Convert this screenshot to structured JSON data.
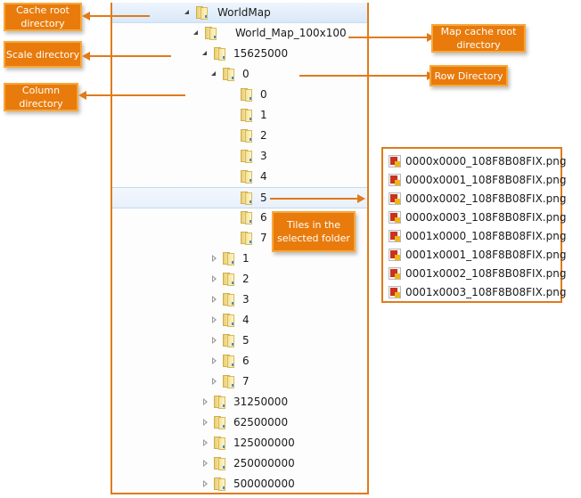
{
  "tree": {
    "root": {
      "label": "WorldMap",
      "state": "expanded",
      "highlighted": true
    },
    "rows": [
      {
        "label": "WorldMap",
        "level": 0,
        "state": "expanded"
      },
      {
        "label": "World_Map_100x100",
        "level": 1,
        "state": "expanded"
      },
      {
        "label": "15625000",
        "level": 2,
        "state": "expanded"
      },
      {
        "label": "0",
        "level": 3,
        "state": "expanded"
      },
      {
        "label": "0",
        "level": 4,
        "state": "none"
      },
      {
        "label": "1",
        "level": 4,
        "state": "none"
      },
      {
        "label": "2",
        "level": 4,
        "state": "none"
      },
      {
        "label": "3",
        "level": 4,
        "state": "none"
      },
      {
        "label": "4",
        "level": 4,
        "state": "none"
      },
      {
        "label": "5",
        "level": 4,
        "state": "none",
        "selected": true
      },
      {
        "label": "6",
        "level": 4,
        "state": "none"
      },
      {
        "label": "7",
        "level": 4,
        "state": "none"
      },
      {
        "label": "1",
        "level": 3,
        "state": "collapsed"
      },
      {
        "label": "2",
        "level": 3,
        "state": "collapsed"
      },
      {
        "label": "3",
        "level": 3,
        "state": "collapsed"
      },
      {
        "label": "4",
        "level": 3,
        "state": "collapsed"
      },
      {
        "label": "5",
        "level": 3,
        "state": "collapsed"
      },
      {
        "label": "6",
        "level": 3,
        "state": "collapsed"
      },
      {
        "label": "7",
        "level": 3,
        "state": "collapsed"
      },
      {
        "label": "31250000",
        "level": 2,
        "state": "collapsed"
      },
      {
        "label": "62500000",
        "level": 2,
        "state": "collapsed"
      },
      {
        "label": "125000000",
        "level": 2,
        "state": "collapsed"
      },
      {
        "label": "250000000",
        "level": 2,
        "state": "collapsed"
      },
      {
        "label": "500000000",
        "level": 2,
        "state": "collapsed"
      }
    ]
  },
  "callouts": {
    "cache_root": "Cache root directory",
    "scale": "Scale directory",
    "column": "Column directory",
    "map_cache_root": "Map cache root directory",
    "row": "Row Directory",
    "tiles": "Tiles in the selected folder"
  },
  "files": [
    "0000x0000_108F8B08FIX.png",
    "0000x0001_108F8B08FIX.png",
    "0000x0002_108F8B08FIX.png",
    "0000x0003_108F8B08FIX.png",
    "0001x0000_108F8B08FIX.png",
    "0001x0001_108F8B08FIX.png",
    "0001x0002_108F8B08FIX.png",
    "0001x0003_108F8B08FIX.png"
  ],
  "colors": {
    "accent": "#e87b0c",
    "callout_border": "#f7a83a",
    "selection": "#d9e8f9"
  }
}
